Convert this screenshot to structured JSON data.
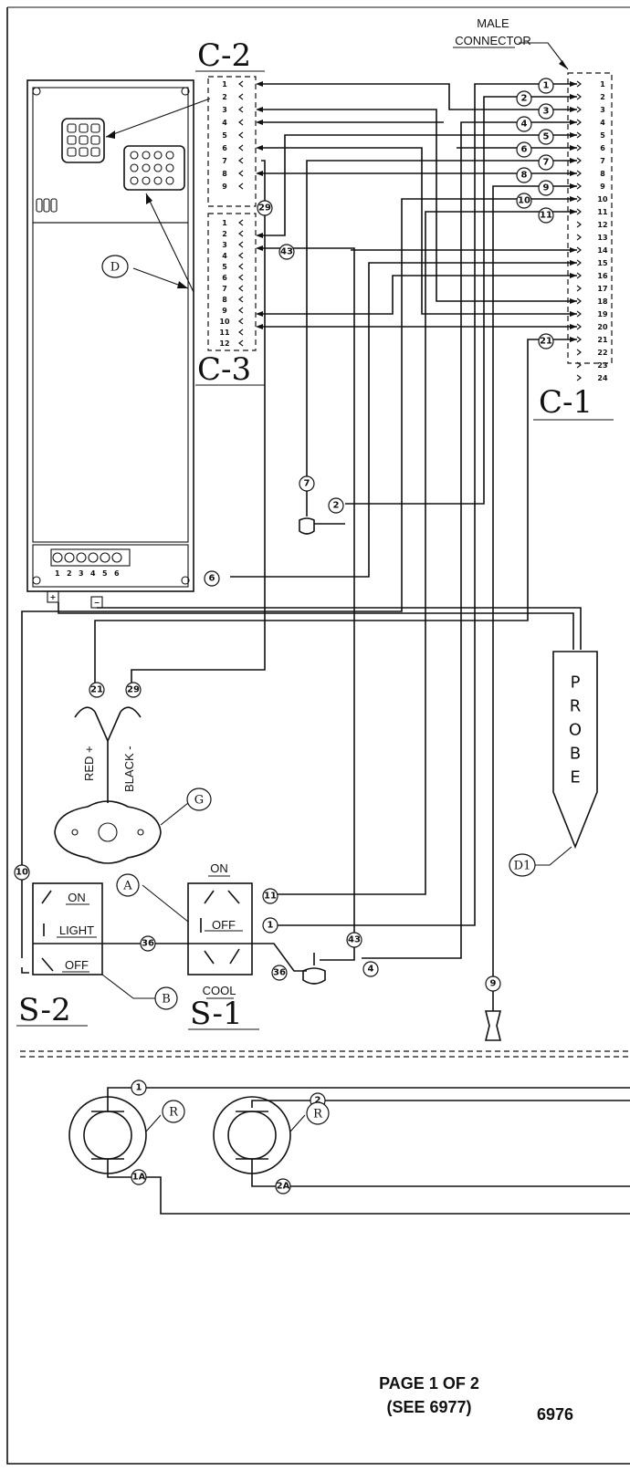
{
  "connectors": {
    "c2": {
      "label": "C-2",
      "pins": [
        "1",
        "2",
        "3",
        "4",
        "5",
        "6",
        "7",
        "8",
        "9"
      ]
    },
    "c3": {
      "label": "C-3",
      "pins": [
        "1",
        "2",
        "3",
        "4",
        "5",
        "6",
        "7",
        "8",
        "9",
        "10",
        "11",
        "12"
      ]
    },
    "c1": {
      "label": "C-1",
      "caption_line1": "MALE",
      "caption_line2": "CONNECTOR",
      "pins": [
        "1",
        "2",
        "3",
        "4",
        "5",
        "6",
        "7",
        "8",
        "9",
        "10",
        "11",
        "12",
        "13",
        "14",
        "15",
        "16",
        "17",
        "18",
        "19",
        "20",
        "21",
        "22",
        "23",
        "24"
      ]
    }
  },
  "wire_labels": [
    "1",
    "2",
    "3",
    "4",
    "5",
    "6",
    "7",
    "8",
    "9",
    "10",
    "11",
    "21",
    "29",
    "43",
    "36",
    "1A",
    "2A"
  ],
  "callouts": {
    "A": "A",
    "B": "B",
    "D": "D",
    "D1": "D1",
    "G": "G",
    "R": "R"
  },
  "terminal_strip": {
    "numbers": [
      "1",
      "2",
      "3",
      "4",
      "5",
      "6"
    ],
    "plus": "+",
    "minus": "−"
  },
  "probe": {
    "letters": [
      "P",
      "R",
      "O",
      "B",
      "E"
    ]
  },
  "component_g": {
    "red_label": "RED +",
    "black_label": "BLACK -"
  },
  "switch_s1": {
    "label": "S-1",
    "top": "ON",
    "middle": "OFF",
    "bottom": "COOL"
  },
  "switch_s2": {
    "label": "S-2",
    "on": "ON",
    "light": "LIGHT",
    "off": "OFF"
  },
  "footer": {
    "page": "PAGE 1 OF 2",
    "see": "(SEE 6977)",
    "number": "6976"
  }
}
